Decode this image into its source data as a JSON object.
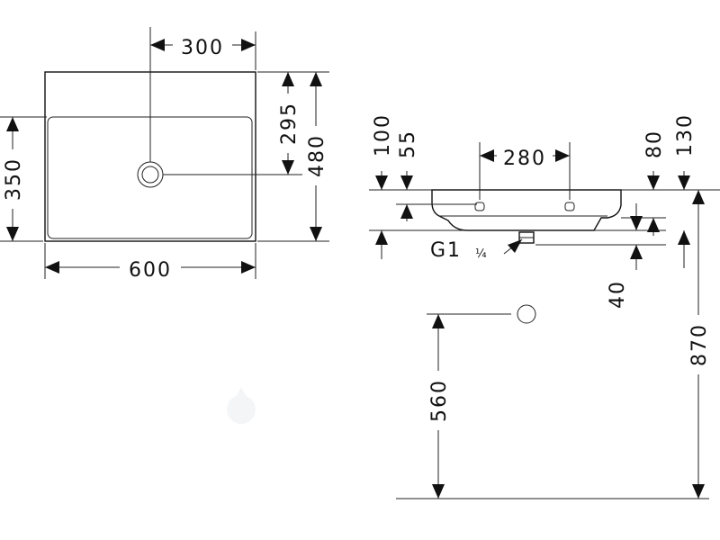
{
  "dimensions": {
    "top_width_offset": "300",
    "top_depth_offset": "295",
    "top_total_depth": "480",
    "top_inner_depth": "350",
    "top_width": "600",
    "side_faucet_spacing": "280",
    "side_rim_height": "100",
    "side_bowl_depth": "55",
    "side_right_80": "80",
    "side_right_130": "130",
    "side_right_40": "40",
    "side_install_height": "870",
    "side_waste_height": "560"
  },
  "waste_thread": {
    "main": "G1",
    "frac": "¼"
  }
}
